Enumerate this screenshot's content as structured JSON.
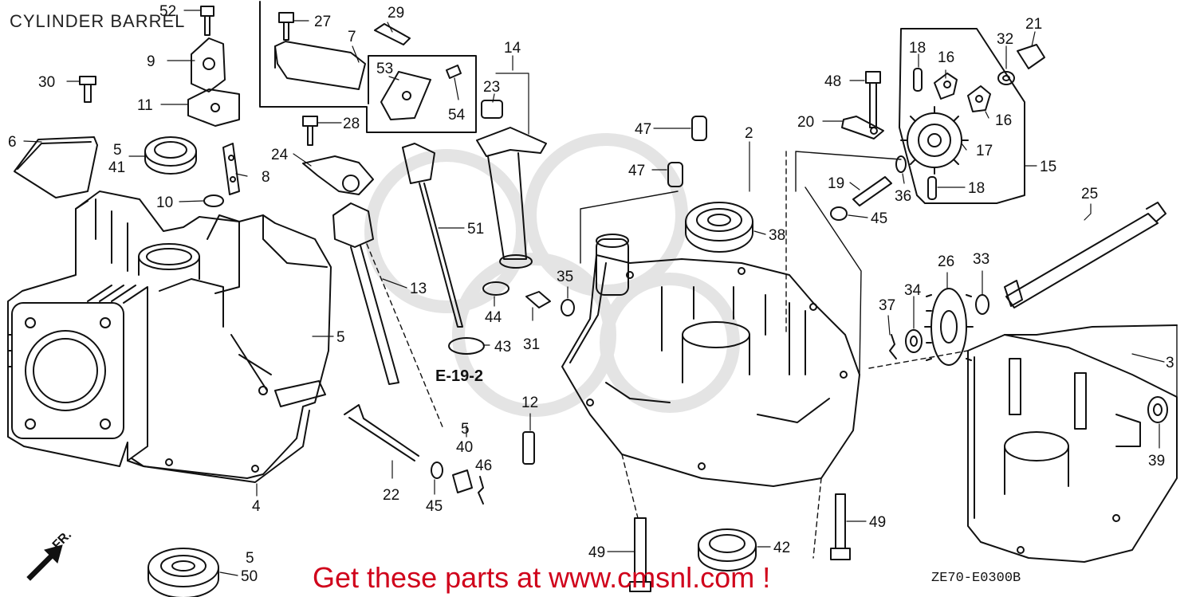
{
  "header": {
    "title": "CYLINDER BARREL"
  },
  "footer": {
    "banner": "Get these parts at www.cmsnl.com !",
    "diagram_code": "ZE70-E0300B"
  },
  "section_ref": "E-19-2",
  "direction_marker": "FR.",
  "part_labels": {
    "p52": "52",
    "p27": "27",
    "p29": "29",
    "p7": "7",
    "p9": "9",
    "p30": "30",
    "p11": "11",
    "p53": "53",
    "p54": "54",
    "p28": "28",
    "p14": "14",
    "p23": "23",
    "p6": "6",
    "p5a": "5",
    "p41": "41",
    "p8": "8",
    "p24": "24",
    "p10": "10",
    "p51": "51",
    "p13": "13",
    "p5b": "5",
    "p4": "4",
    "p44": "44",
    "p43": "43",
    "p35": "35",
    "p31": "31",
    "p12": "12",
    "p5c": "5",
    "p40": "40",
    "p46": "46",
    "p22": "22",
    "p45a": "45",
    "p47a": "47",
    "p47b": "47",
    "p2": "2",
    "p38": "38",
    "p48": "48",
    "p20": "20",
    "p18a": "18",
    "p16a": "16",
    "p16b": "16",
    "p17": "17",
    "p18b": "18",
    "p15": "15",
    "p32": "32",
    "p21": "21",
    "p19": "19",
    "p36": "36",
    "p45b": "45",
    "p25": "25",
    "p26": "26",
    "p33": "33",
    "p34": "34",
    "p37": "37",
    "p3": "3",
    "p39": "39",
    "p49a": "49",
    "p49b": "49",
    "p42": "42",
    "p5d": "5",
    "p50": "50"
  },
  "colors": {
    "banner": "#d0021b",
    "ink": "#111111",
    "watermark": "#e4e4e4"
  }
}
